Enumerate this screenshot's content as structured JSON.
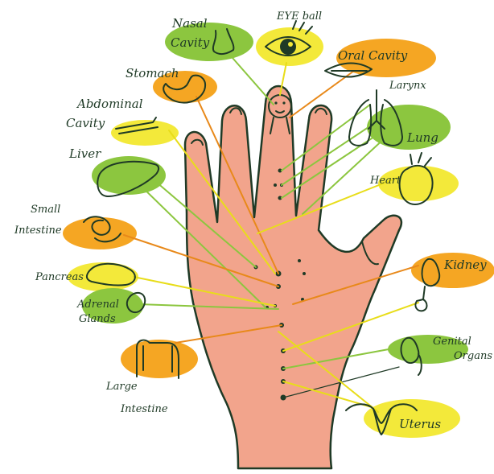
{
  "colors": {
    "skin": "#f2a48c",
    "ink": "#1f3a26",
    "green_blob": "#8cc63f",
    "yellow_blob": "#f3e93a",
    "orange_blob": "#f5a623",
    "line_green": "#8cc63f",
    "line_yellow": "#e8dd1a",
    "line_orange": "#e8891a"
  },
  "labels": {
    "nasal_1": "Nasal",
    "nasal_2": "Cavity",
    "eye": "EYE ball",
    "oral": "Oral Cavity",
    "stomach": "Stomach",
    "larynx": "Larynx",
    "abdominal_1": "Abdominal",
    "abdominal_2": "Cavity",
    "lung": "Lung",
    "liver": "Liver",
    "heart": "Heart",
    "small_1": "Small",
    "small_2": "Intestine",
    "kidney": "Kidney",
    "pancreas": "Pancreas",
    "adrenal_1": "Adrenal",
    "adrenal_2": "Glands",
    "genital_1": "Genital",
    "genital_2": "Organs",
    "large_1": "Large",
    "large_2": "Intestine",
    "uterus": "Uterus"
  }
}
